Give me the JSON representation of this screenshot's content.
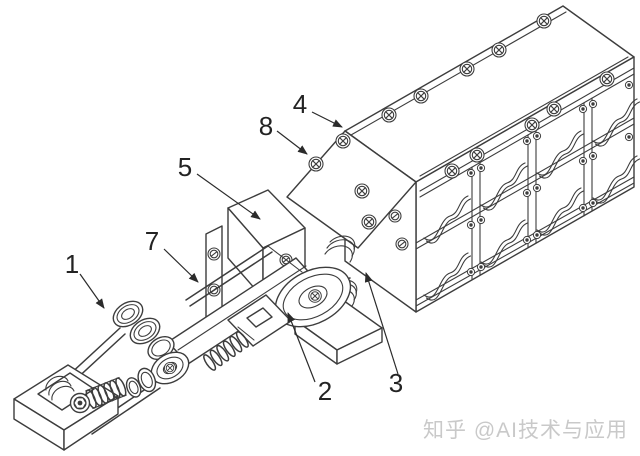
{
  "figure": {
    "background_color": "#ffffff",
    "line_color": "#3d3d3d",
    "label_color": "#232323"
  },
  "callouts": {
    "c1": {
      "label": "1"
    },
    "c2": {
      "label": "2"
    },
    "c3": {
      "label": "3"
    },
    "c4": {
      "label": "4"
    },
    "c5": {
      "label": "5"
    },
    "c7": {
      "label": "7"
    },
    "c8": {
      "label": "8"
    }
  },
  "watermark": {
    "text": "知乎 @AI技术与应用",
    "color": "#c9c9c9"
  }
}
